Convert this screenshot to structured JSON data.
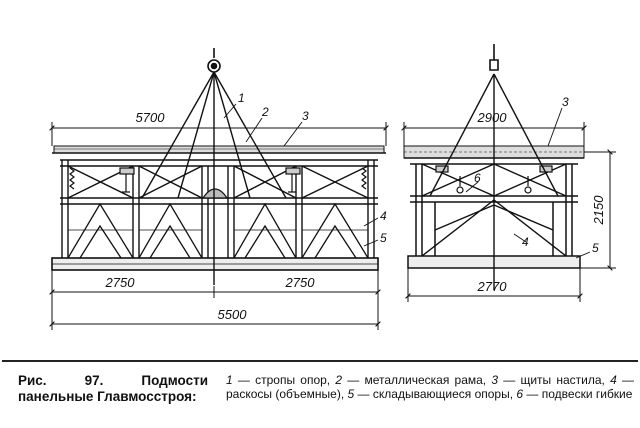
{
  "figure": {
    "dimensions": {
      "front_top_width": "5700",
      "front_half_left": "2750",
      "front_half_right": "2750",
      "front_total_width": "5500",
      "side_top_width": "2900",
      "side_base_width": "2770",
      "side_height": "2150"
    },
    "callouts": {
      "front": [
        "1",
        "2",
        "3",
        "4",
        "5"
      ],
      "side": [
        "3",
        "6",
        "4",
        "5"
      ]
    }
  },
  "caption": {
    "title": "Рис. 97. Подмости панельные Главмосстроя:",
    "legend": [
      {
        "num": "1",
        "text": " — стропы опор, "
      },
      {
        "num": "2",
        "text": " — металлическая рама, "
      },
      {
        "num": "3",
        "text": " — щиты настила, "
      },
      {
        "num": "4",
        "text": " — раскосы (объемные), "
      },
      {
        "num": "5",
        "text": " — складывающиеся опоры, "
      },
      {
        "num": "6",
        "text": " — подвески гибкие"
      }
    ]
  }
}
